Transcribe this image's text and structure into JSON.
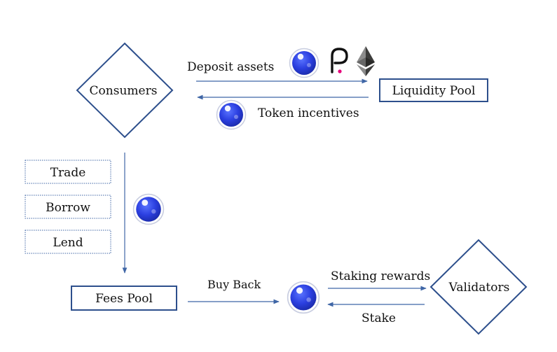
{
  "nodes": {
    "consumers": "Consumers",
    "liquidity_pool": "Liquidity Pool",
    "fees_pool": "Fees Pool",
    "validators": "Validators"
  },
  "activities": [
    "Trade",
    "Borrow",
    "Lend"
  ],
  "edges": {
    "deposit_assets": "Deposit assets",
    "token_incentives": "Token incentives",
    "buy_back": "Buy Back",
    "staking_rewards": "Staking rewards",
    "stake": "Stake"
  },
  "icons": {
    "token": "blue-token-icon",
    "polkadot": "polkadot-logo-icon",
    "ethereum": "ethereum-logo-icon"
  },
  "colors": {
    "node_border": "#2d4f8c",
    "arrow": "#3f66a6",
    "token_blue": "#2b3fe0",
    "polkadot_accent": "#e6007a"
  }
}
